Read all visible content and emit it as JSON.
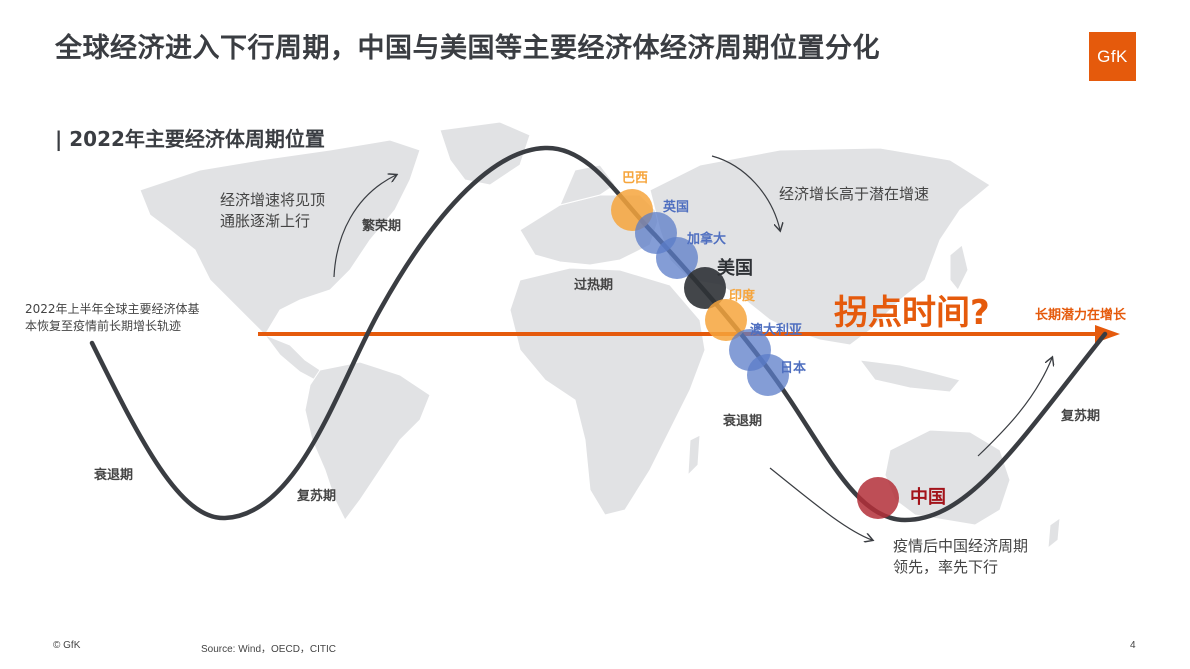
{
  "header": {
    "title": "全球经济进入下行周期，中国与美国等主要经济体经济周期位置分化",
    "logo_text": "GfK"
  },
  "section": {
    "subtitle": "| 2022年主要经济体周期位置"
  },
  "annotations": {
    "top_left_line1": "经济增速将见顶",
    "top_left_line2": "通胀逐渐上行",
    "top_right": "经济增长高于潜在增速",
    "left_line1": "2022年上半年全球主要经济体基",
    "left_line2": "本恢复至疫情前长期增长轨迹",
    "bottom_line1": "疫情后中国经济周期",
    "bottom_line2": "领先，率先下行",
    "inflection_question": "拐点时间?",
    "long_term_label": "长期潜力在增长"
  },
  "phases": {
    "boom": "繁荣期",
    "overheat": "过热期",
    "recession_right": "衰退期",
    "recovery_right": "复苏期",
    "recession_left": "衰退期",
    "recovery_left": "复苏期"
  },
  "countries": [
    {
      "name": "巴西",
      "color": "#f6a53c"
    },
    {
      "name": "英国",
      "color": "#4f6fc0"
    },
    {
      "name": "加拿大",
      "color": "#4f6fc0"
    },
    {
      "name": "美国",
      "color": "#2f3236"
    },
    {
      "name": "印度",
      "color": "#f6a53c"
    },
    {
      "name": "澳大利亚",
      "color": "#4f6fc0"
    },
    {
      "name": "日本",
      "color": "#4f6fc0"
    },
    {
      "name": "中国",
      "color": "#a3131a"
    }
  ],
  "colors": {
    "accent_orange": "#e55a0c",
    "curve": "#3a3d42",
    "map_land": "#e1e2e4",
    "circle_orange": "#f6a53c",
    "circle_blue": "#5b7cc8",
    "circle_dark": "#2f3236",
    "circle_red": "#b32f38"
  },
  "footer": {
    "copyright": "© GfK",
    "source": "Source: Wind，OECD，CITIC",
    "page_number": "4"
  }
}
